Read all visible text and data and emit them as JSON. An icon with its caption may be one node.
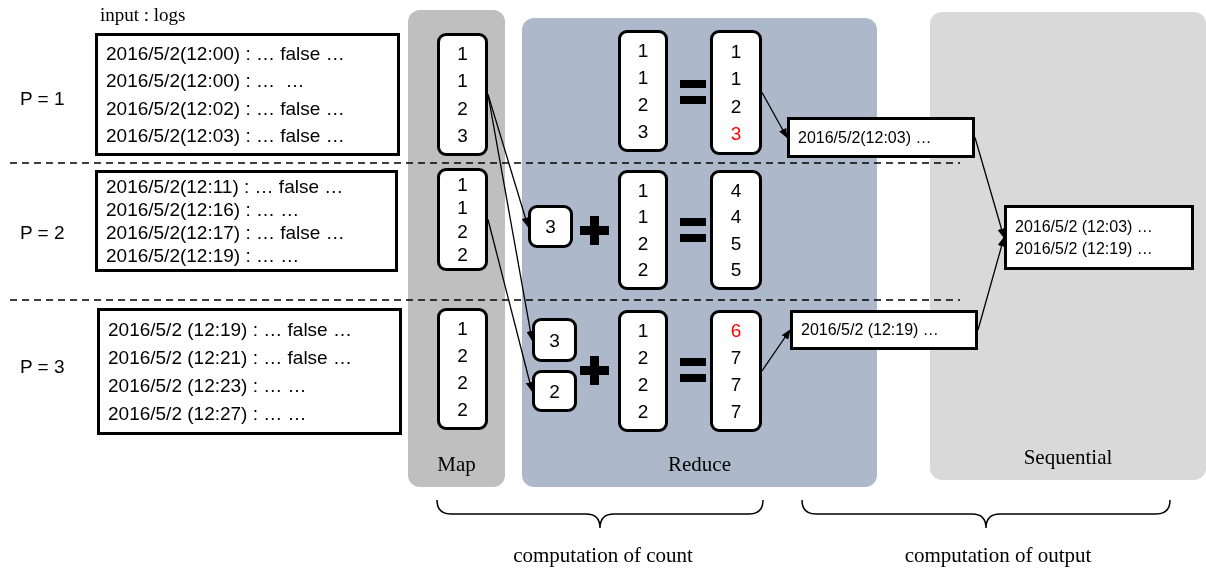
{
  "diagram": {
    "nodes": [
      {
        "text": [
          "2016/5/2(12:00) : … false …",
          "2016/5/2(12:00) : …  …",
          "2016/5/2(12:02) : … false …",
          "2016/5/2(12:03) : … false …"
        ]
      },
      {
        "text": [
          "2016/5/2(12:11) : … false …",
          "2016/5/2(12:16) : … …",
          "2016/5/2(12:17) : … false …",
          "2016/5/2(12:19) : … …"
        ]
      },
      {
        "text": [
          "2016/5/2 (12:19) : … false …",
          "2016/5/2 (12:21) : … false …",
          "2016/5/2 (12:23) : … …",
          "2016/5/2 (12:27) : … …"
        ]
      },
      {
        "text": [
          "Map"
        ]
      },
      {
        "text": [
          "1",
          "1",
          "2",
          "3"
        ],
        "in": 3
      },
      {
        "text": [
          "1",
          "1",
          "2",
          "2"
        ],
        "in": 3
      },
      {
        "text": [
          "1",
          "2",
          "2",
          "2"
        ],
        "in": 3
      },
      {
        "text": [
          "Reduce"
        ]
      },
      {
        "text": [
          "1",
          "1",
          "2",
          "3"
        ],
        "in": 7
      },
      {
        "text": [
          "1",
          "1",
          "2",
          "3"
        ],
        "in": 7
      },
      {
        "text": [
          "3"
        ],
        "in": 7
      },
      {
        "text": [
          "1",
          "1",
          "2",
          "2"
        ],
        "in": 7
      },
      {
        "text": [
          "4",
          "4",
          "5",
          "5"
        ],
        "in": 7
      },
      {
        "text": [
          "3"
        ],
        "in": 7
      },
      {
        "text": [
          "2"
        ],
        "in": 7
      },
      {
        "text": [
          "1",
          "2",
          "2",
          "2"
        ],
        "in": 7
      },
      {
        "text": [
          "6",
          "7",
          "7",
          "7"
        ],
        "in": 7
      },
      {
        "text": [
          "2016/5/2(12:03) …"
        ]
      },
      {
        "text": [
          "Sequential"
        ]
      },
      {
        "text": [
          "2016/5/2 (12:03) …",
          "2016/5/2 (12:19) …"
        ],
        "in": 18
      },
      {
        "text": [
          "2016/5/2 (12:19) …"
        ]
      }
    ],
    "edges": [
      {
        "from": 4,
        "to": 10,
        "arrow": "to"
      },
      {
        "from": 4,
        "to": 13,
        "arrow": "to"
      },
      {
        "from": 5,
        "to": 14,
        "arrow": "to"
      },
      {
        "from": 9,
        "to": 17,
        "arrow": "to"
      },
      {
        "from": 16,
        "to": 20,
        "arrow": "to"
      },
      {
        "from": 17,
        "to": 19,
        "arrow": "to"
      },
      {
        "from": 20,
        "to": 19,
        "arrow": "to"
      }
    ],
    "labels": [
      "input : logs",
      "P = 1",
      "P = 2",
      "P = 3",
      "computation of count",
      "computation of output"
    ]
  }
}
